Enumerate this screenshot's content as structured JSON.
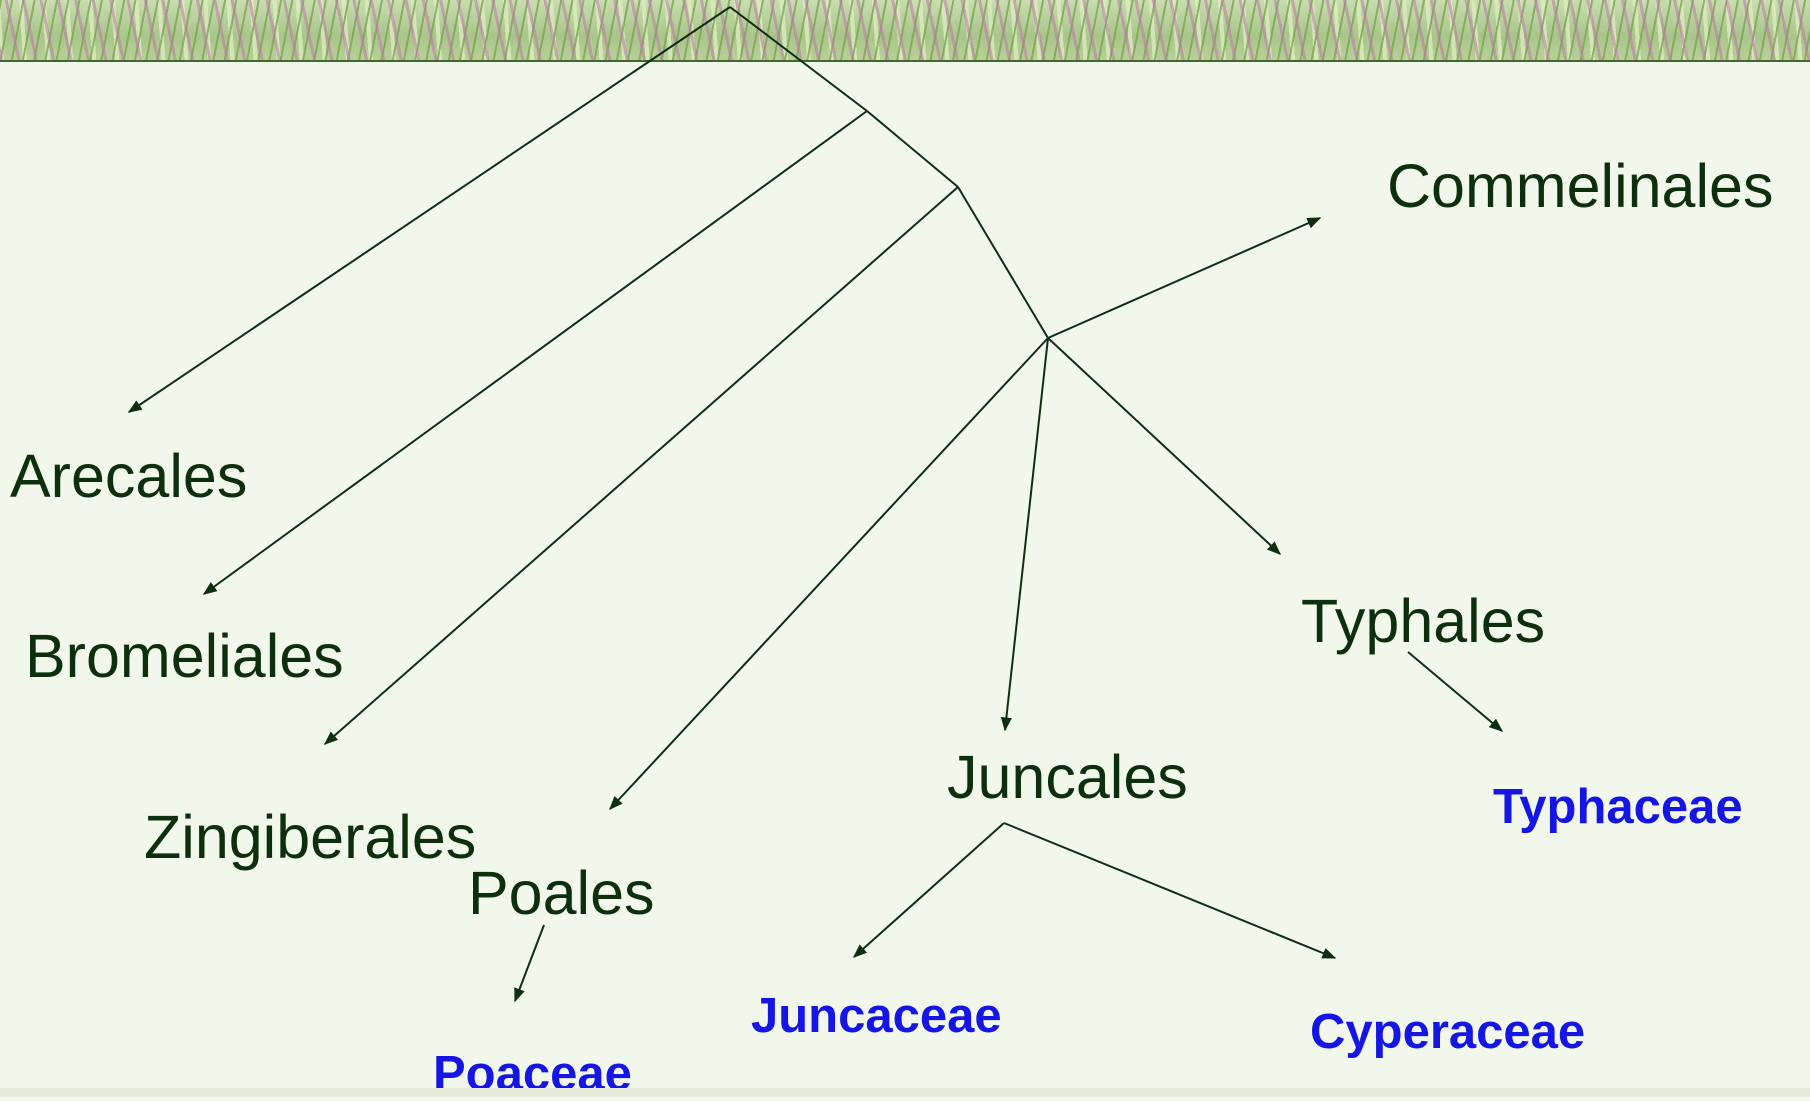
{
  "colors": {
    "order_text": "#0e2f0e",
    "family_text": "#1515e6",
    "lines": "#0f2e12",
    "background": "#f1f7ea"
  },
  "banner": {
    "icon": "grass-banner-image"
  },
  "orders": {
    "arecales": "Arecales",
    "bromeliales": "Bromeliales",
    "zingiberales": "Zingiberales",
    "poales": "Poales",
    "juncales": "Juncales",
    "typhales": "Typhales",
    "commelinales": "Commelinales"
  },
  "families": {
    "poaceae": "Poaceae",
    "juncaceae": "Juncaceae",
    "cyperaceae": "Cyperaceae",
    "typhaceae": "Typhaceae"
  }
}
